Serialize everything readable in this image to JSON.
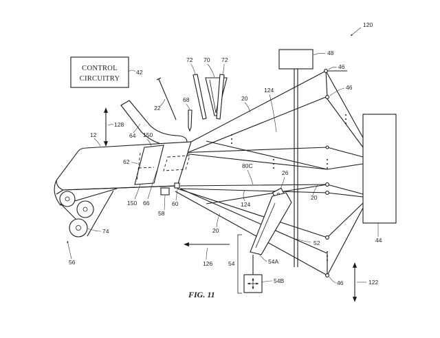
{
  "figure": {
    "title": "FIG. 11",
    "control_box": {
      "line1": "CONTROL",
      "line2": "CIRCUITRY"
    },
    "labels": {
      "l120": "120",
      "l48": "48",
      "l46a": "46",
      "l46b": "46",
      "l46c": "46",
      "l42": "42",
      "l72a": "72",
      "l70": "70",
      "l72b": "72",
      "l22": "22",
      "l68": "68",
      "l20a": "20",
      "l20b": "20",
      "l20c": "20",
      "l124a": "124",
      "l124b": "124",
      "l128": "128",
      "l12": "12",
      "l64": "64",
      "l150a": "150",
      "l150b": "150",
      "l62": "62",
      "l66": "66",
      "l80c": "80C",
      "l26": "26",
      "l44": "44",
      "l58": "58",
      "l60": "60",
      "l74": "74",
      "l56": "56",
      "l52": "52",
      "l54": "54",
      "l54a": "54A",
      "l54b": "54B",
      "l126": "126",
      "l122": "122"
    }
  }
}
